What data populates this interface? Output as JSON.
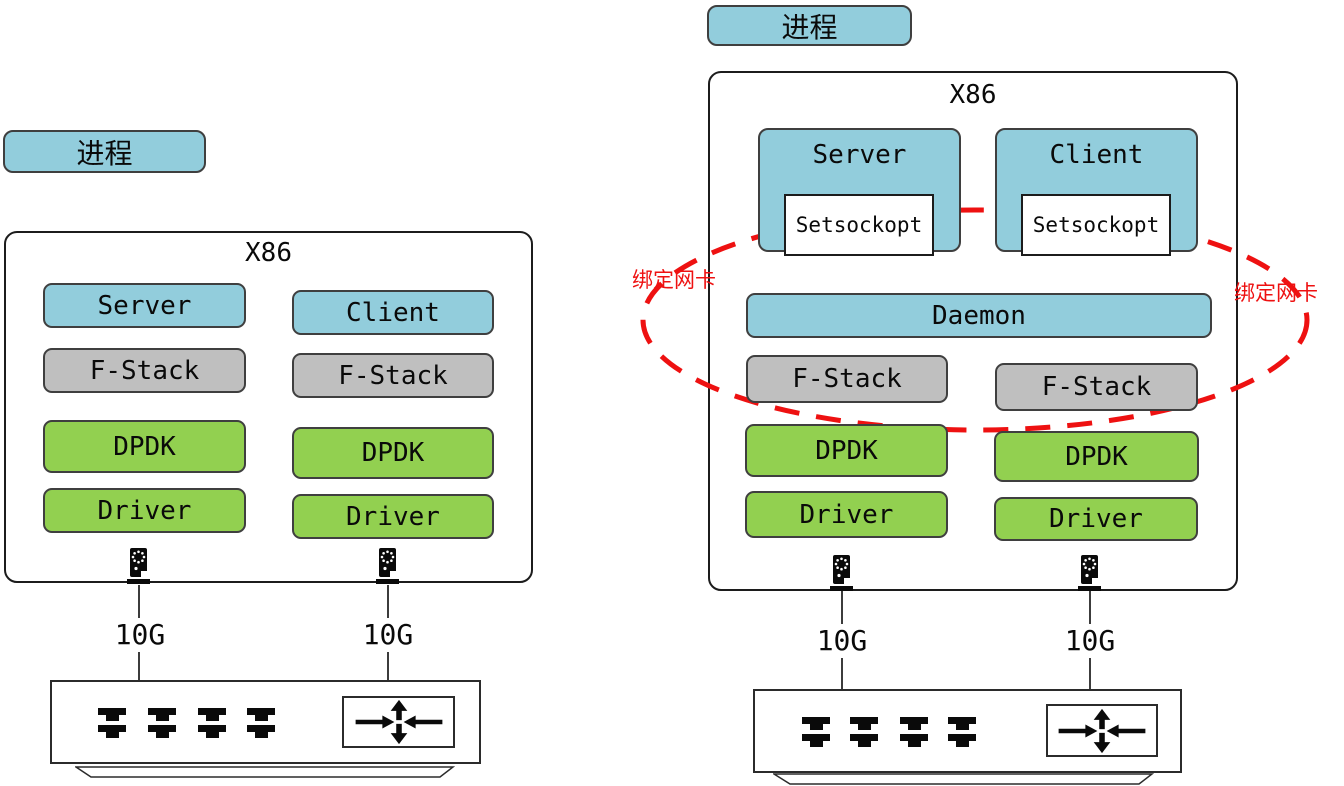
{
  "colors": {
    "process_fill_blue": "#92cddc",
    "stack_gray": "#bfbfbf",
    "stack_green": "#92d050",
    "annotation_red": "#ee1111",
    "box_border": "#3f3f3f"
  },
  "icons": {
    "nic": "nic-icon",
    "switch_port": "switch-port-icon",
    "switch_arrows": "switch-crossing-arrows-icon"
  },
  "left_diagram": {
    "process_label": "进程",
    "host_label": "X86",
    "columns": [
      {
        "app": "Server",
        "layers": [
          "F-Stack",
          "DPDK",
          "Driver"
        ]
      },
      {
        "app": "Client",
        "layers": [
          "F-Stack",
          "DPDK",
          "Driver"
        ]
      }
    ],
    "links": [
      {
        "speed": "10G"
      },
      {
        "speed": "10G"
      }
    ]
  },
  "right_diagram": {
    "process_label": "进程",
    "host_label": "X86",
    "apps": [
      {
        "name": "Server",
        "socket_option": "Setsockopt"
      },
      {
        "name": "Client",
        "socket_option": "Setsockopt"
      }
    ],
    "daemon_label": "Daemon",
    "bind_nic_labels": [
      "绑定网卡",
      "绑定网卡"
    ],
    "columns": [
      {
        "layers": [
          "F-Stack",
          "DPDK",
          "Driver"
        ]
      },
      {
        "layers": [
          "F-Stack",
          "DPDK",
          "Driver"
        ]
      }
    ],
    "links": [
      {
        "speed": "10G"
      },
      {
        "speed": "10G"
      }
    ]
  }
}
